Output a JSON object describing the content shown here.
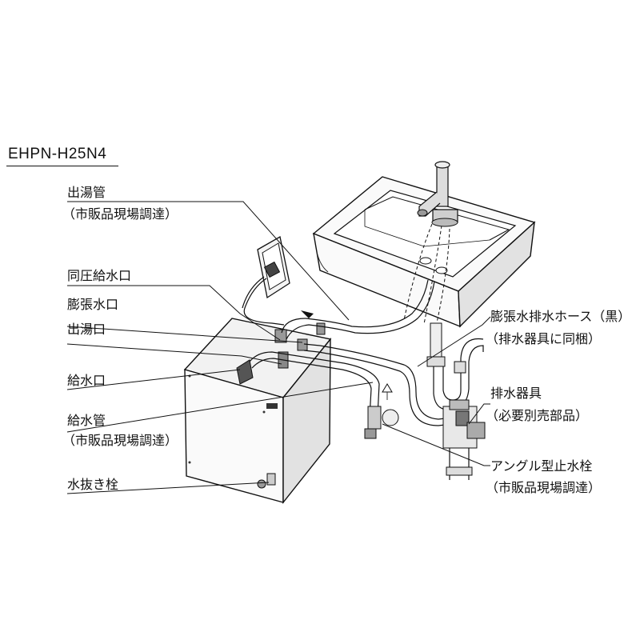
{
  "model": "EHPN-H25N4",
  "labels": {
    "outlet_pipe": "出湯管",
    "outlet_pipe_note": "（市販品現場調達）",
    "same_pressure_inlet": "同圧給水口",
    "expansion_port": "膨張水口",
    "hot_outlet": "出湯口",
    "water_inlet": "給水口",
    "supply_pipe": "給水管",
    "supply_pipe_note": "（市販品現場調達）",
    "drain_plug": "水抜き栓",
    "expansion_drain_hose": "膨張水排水ホース（黒）",
    "expansion_drain_hose_note": "（排水器具に同梱）",
    "drain_fitting": "排水器具",
    "drain_fitting_note": "（必要別売部品）",
    "angle_valve": "アングル型止水栓",
    "angle_valve_note": "（市販品現場調達）"
  }
}
